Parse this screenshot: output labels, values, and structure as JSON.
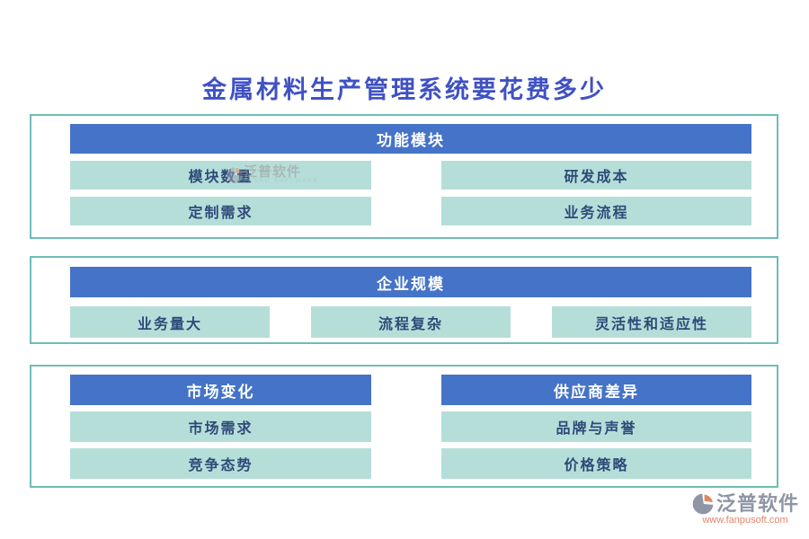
{
  "title": "金属材料生产管理系统要花费多少",
  "sections": [
    {
      "header": "功能模块",
      "items": [
        "模块数量",
        "研发成本",
        "定制需求",
        "业务流程"
      ]
    },
    {
      "header": "企业规模",
      "items": [
        "业务量大",
        "流程复杂",
        "灵活性和适应性"
      ]
    },
    {
      "columns": [
        {
          "header": "市场变化",
          "items": [
            "市场需求",
            "竞争态势"
          ]
        },
        {
          "header": "供应商差异",
          "items": [
            "品牌与声誉",
            "价格策略"
          ]
        }
      ]
    }
  ],
  "watermark": {
    "name": "泛普软件",
    "subname": "FANPU SOFTWARE"
  },
  "logo": {
    "name": "泛普软件",
    "url": "www.fanpusoft.com"
  },
  "colors": {
    "title_text": "#3f51c4",
    "section_border": "#6ebdb5",
    "header_bg": "#4573c7",
    "header_text": "#ffffff",
    "item_bg": "#b6ded9",
    "item_text": "#2e4a78",
    "logo_text": "#8e95a5",
    "logo_url_text": "#e5846b",
    "logo_orange": "#e0875f"
  }
}
